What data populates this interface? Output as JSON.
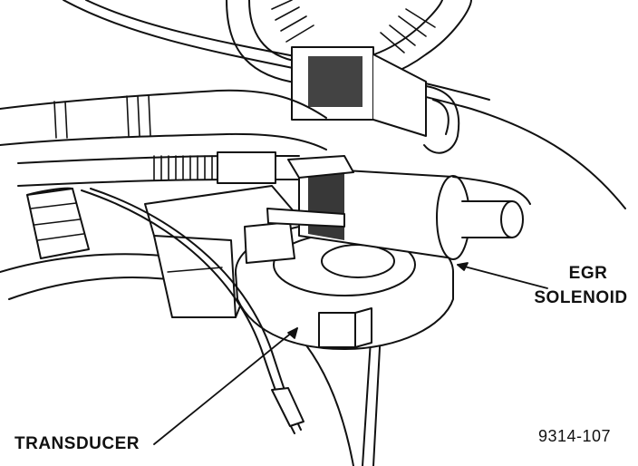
{
  "labels": {
    "egr_line1": "EGR",
    "egr_line2": "SOLENOID",
    "transducer": "TRANSDUCER",
    "figure_number": "9314-107"
  }
}
